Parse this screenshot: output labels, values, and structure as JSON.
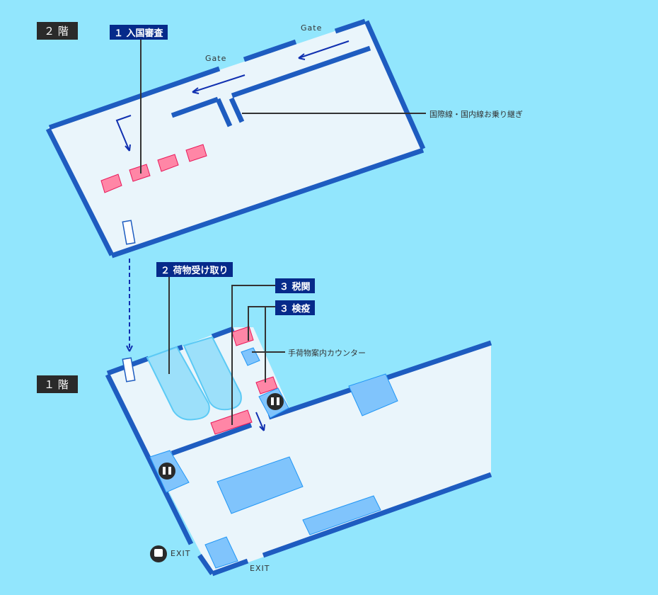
{
  "floors": {
    "f2": "２ 階",
    "f1": "１ 階"
  },
  "labels": {
    "immigration": "１ 入国審査",
    "baggage_claim": "２ 荷物受け取り",
    "customs": "３ 税関",
    "quarantine": "３ 検疫",
    "transfer": "国際線・国内線お乗り継ぎ",
    "baggage_info": "手荷物案内カウンター"
  },
  "gates": [
    "Gate",
    "Gate"
  ],
  "exits": [
    "EXIT",
    "EXIT"
  ],
  "colors": {
    "background": "#92e6fd",
    "floor": "#eaf5fb",
    "wall": "#1e5cc0",
    "counter": "#ff86a6",
    "facility": "#80c4fc",
    "label": "#062a8a"
  }
}
